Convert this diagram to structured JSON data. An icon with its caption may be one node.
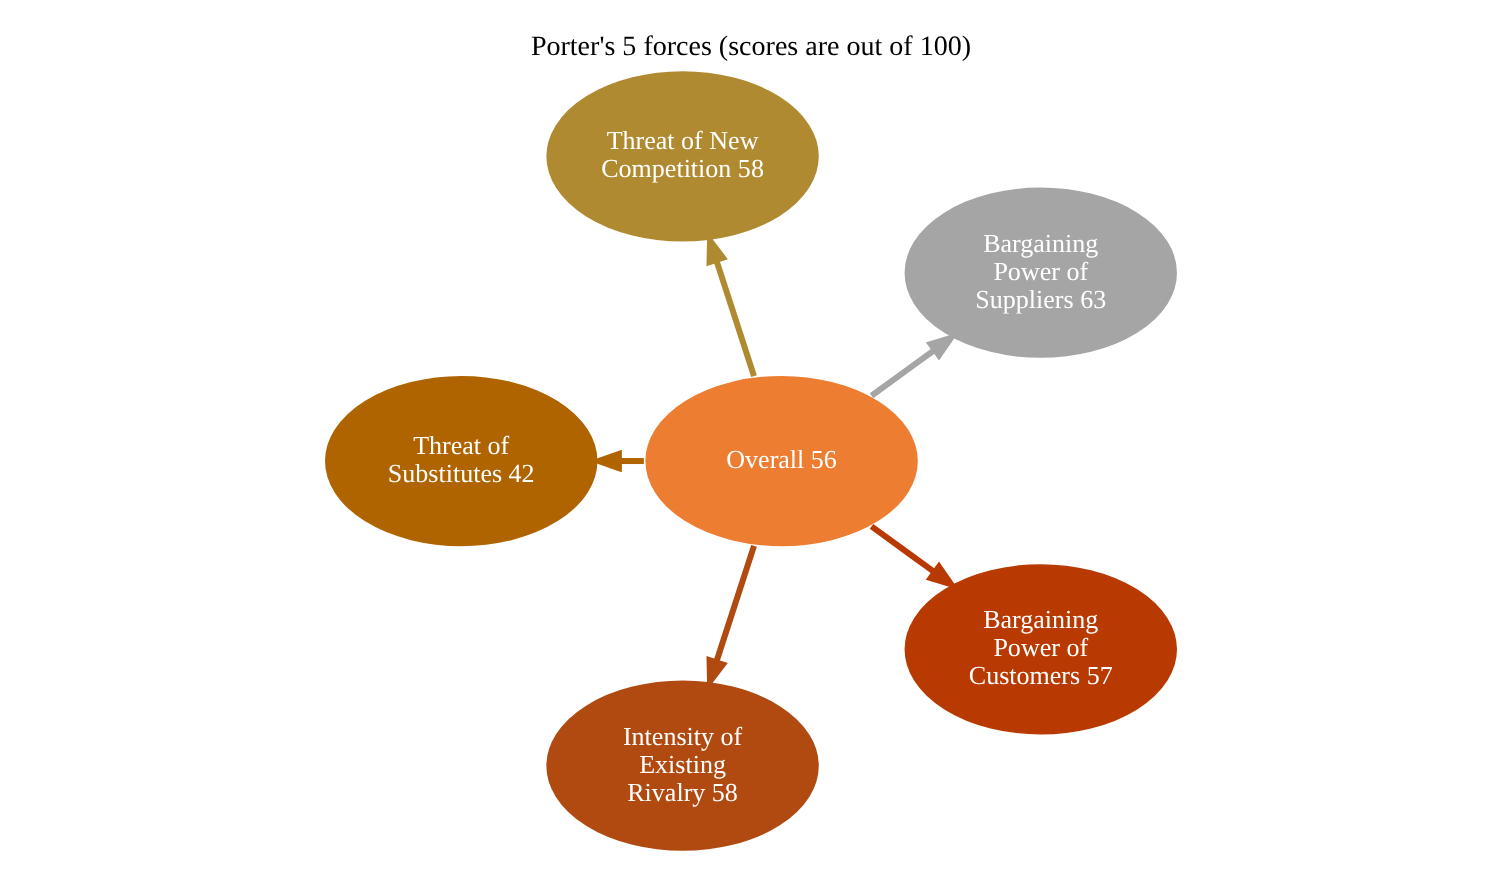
{
  "diagram": {
    "title": "Porter's 5 forces (scores are out of 100)",
    "nodes": [
      {
        "text": [
          "Overall 56"
        ]
      },
      {
        "text": [
          "Bargaining Power of Suppliers 63"
        ]
      },
      {
        "text": [
          "Threat of New Competition 58"
        ]
      },
      {
        "text": [
          "Threat of Substitutes 42"
        ]
      },
      {
        "text": [
          "Intensity of Existing Rivalry 58"
        ]
      },
      {
        "text": [
          "Bargaining Power of Customers 57"
        ]
      }
    ],
    "edges": [
      {
        "from": 0,
        "to": 1,
        "arrow": "to",
        "color": "#a5a5a5"
      },
      {
        "from": 0,
        "to": 2,
        "arrow": "to",
        "color": "#b08a30"
      },
      {
        "from": 0,
        "to": 3,
        "arrow": "to",
        "color": "#b06400"
      },
      {
        "from": 0,
        "to": 4,
        "arrow": "to",
        "color": "#b04a10"
      },
      {
        "from": 0,
        "to": 5,
        "arrow": "to",
        "color": "#b83a00"
      }
    ]
  }
}
